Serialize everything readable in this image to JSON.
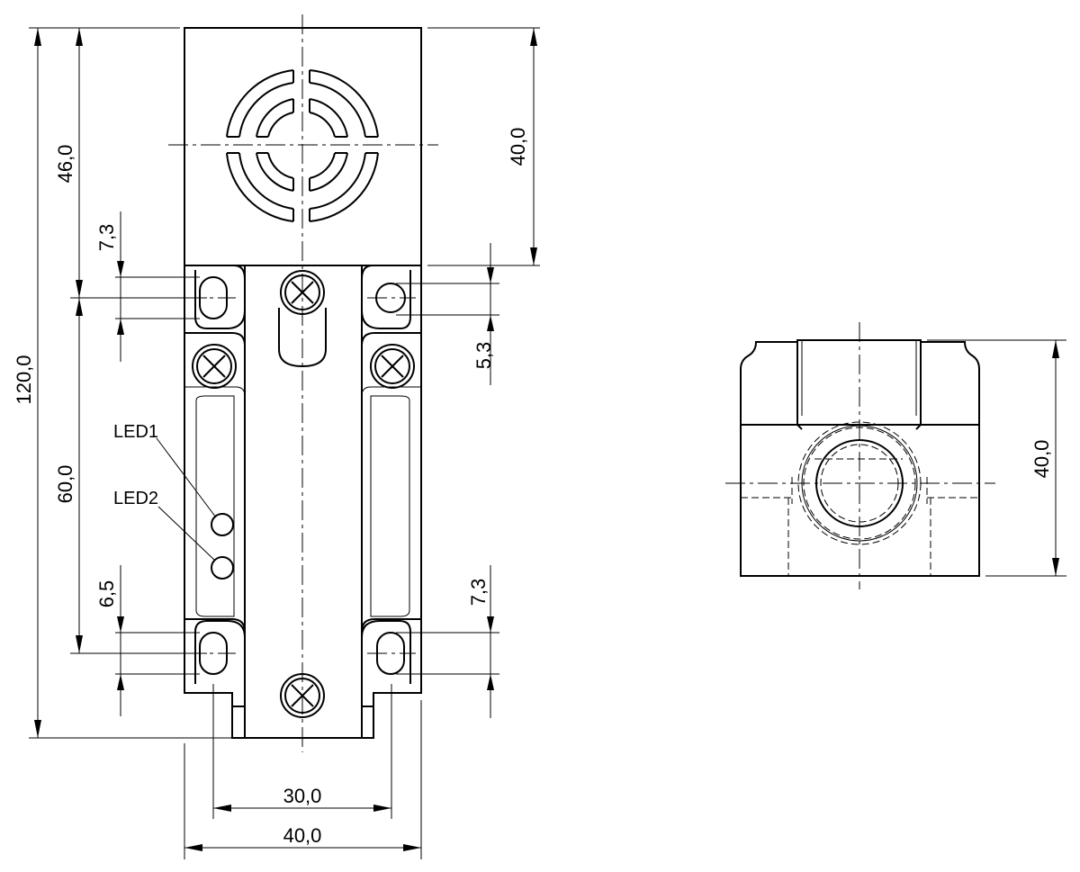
{
  "front_view": {
    "dimensions": {
      "total_height": "120,0",
      "upper_height": "46,0",
      "hole_spacing_vertical": "60,0",
      "top_slot_left": "7,3",
      "bottom_slot_left": "6,5",
      "sensing_face": "40,0",
      "top_hole_right": "5,3",
      "bottom_slot_right": "7,3",
      "hole_spacing_horizontal": "30,0",
      "width": "40,0"
    },
    "labels": {
      "led1": "LED1",
      "led2": "LED2"
    }
  },
  "side_view": {
    "dimensions": {
      "height": "40,0"
    }
  },
  "colors": {
    "line": "#000000",
    "background": "#ffffff"
  }
}
